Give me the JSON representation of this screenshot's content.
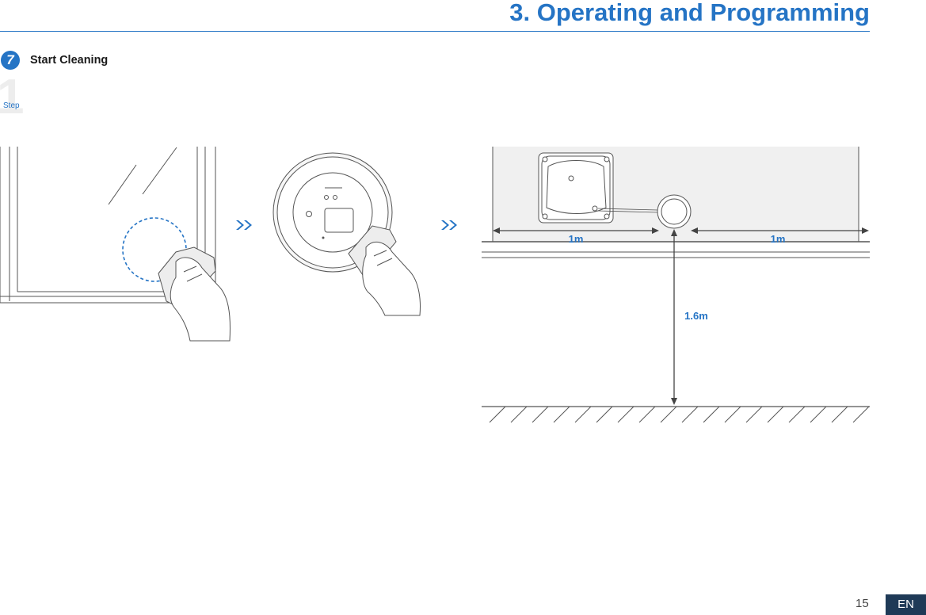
{
  "header": {
    "title": "3. Operating and Programming"
  },
  "step": {
    "badge": "7",
    "title": "Start Cleaning",
    "number": "1",
    "word": "Step"
  },
  "diagram": {
    "dim_left": "1m",
    "dim_right": "1m",
    "dim_vertical": "1.6m"
  },
  "footer": {
    "page_number": "15",
    "language": "EN"
  },
  "colors": {
    "accent": "#2574c5",
    "footer_tab": "#1f3a57",
    "line": "#444444"
  }
}
